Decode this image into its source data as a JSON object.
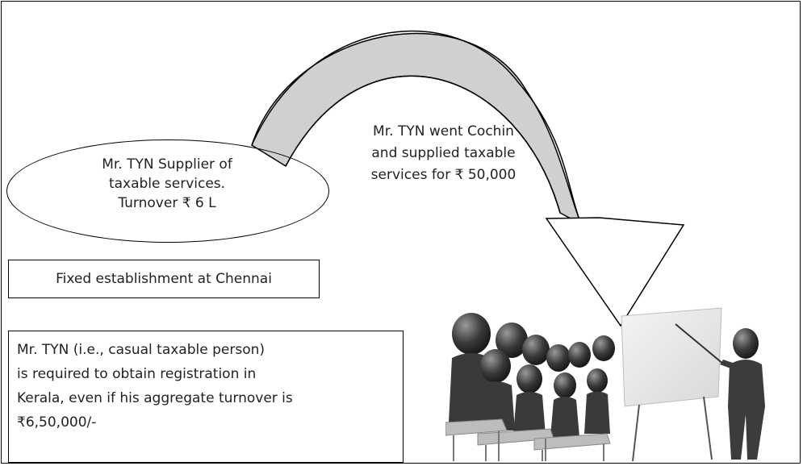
{
  "supplier_ellipse": {
    "lines": [
      "Mr. TYN Supplier of",
      "taxable services.",
      "Turnover ₹ 6 L"
    ]
  },
  "fixed_establishment": "Fixed establishment at Chennai",
  "cochin_note": {
    "lines": [
      "Mr. TYN went Cochin",
      "and supplied taxable",
      "services for ₹ 50,000"
    ]
  },
  "casual_person_box": {
    "lines": [
      "Mr. TYN (i.e., casual taxable person)",
      "is required to obtain registration in",
      "Kerala, even if his aggregate turnover is",
      "₹6,50,000/-"
    ]
  },
  "colors": {
    "arrow_fill": "#d0d0d0",
    "border": "#000000",
    "figure": "#3a3a3a"
  }
}
